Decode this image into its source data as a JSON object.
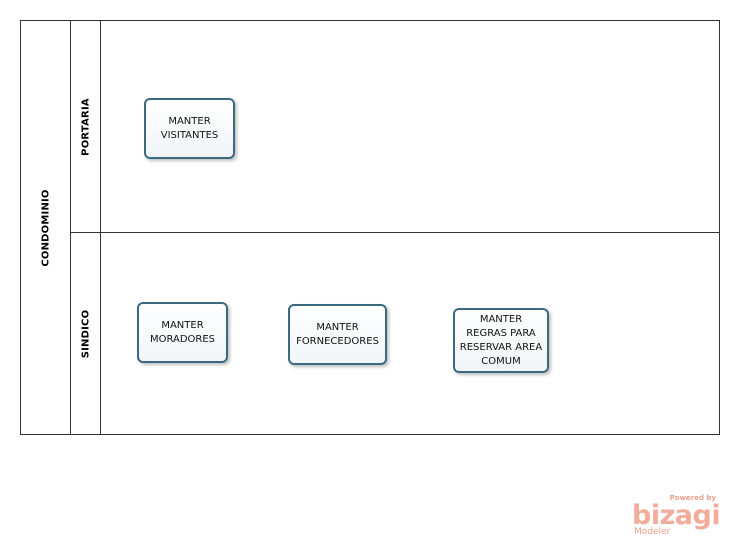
{
  "pool": {
    "label": "CONDOMINIO"
  },
  "lanes": [
    {
      "label": "PORTARIA"
    },
    {
      "label": "SINDICO"
    }
  ],
  "tasks": {
    "manter_visitantes": "MANTER\nVISITANTES",
    "manter_moradores": "MANTER\nMORADORES",
    "manter_fornecedores": "MANTER\nFORNECEDORES",
    "manter_regras": "MANTER\nREGRAS PARA\nRESERVAR AREA\nCOMUM"
  },
  "watermark": {
    "powered_by": "Powered by",
    "logo": "bizagi",
    "product": "Modeler"
  },
  "colors": {
    "task_border": "#3b6a80",
    "watermark": "#f2ad9a"
  }
}
